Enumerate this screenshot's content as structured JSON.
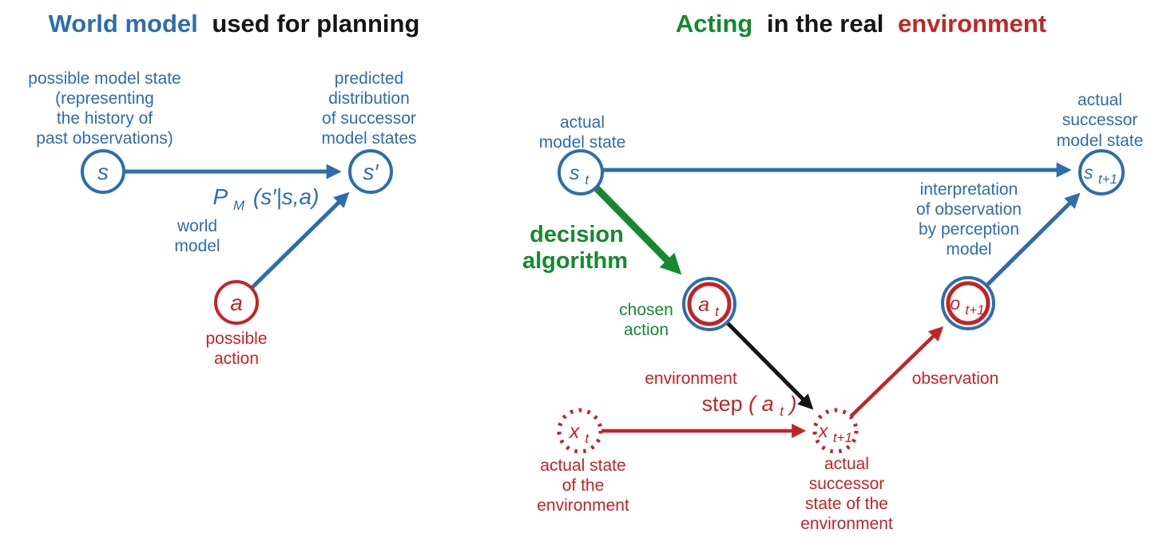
{
  "colors": {
    "blue": "#2d6dad",
    "red": "#c42326",
    "green": "#15892e",
    "black": "#151515",
    "background": "#ffffff"
  },
  "left": {
    "title": {
      "part1": "World model",
      "part2": "used for planning"
    },
    "s_desc": [
      "possible model state",
      "(representing",
      "the history of",
      "past observations)"
    ],
    "sprime_desc": [
      "predicted",
      "distribution",
      "of successor",
      "model states"
    ],
    "formula": {
      "base": "P",
      "sub": "M",
      "rest": "(s′|s,a)"
    },
    "world_model": [
      "world",
      "model"
    ],
    "possible_action": [
      "possible",
      "action"
    ],
    "nodes": {
      "s": "s",
      "sprime": "s′",
      "a": "a"
    }
  },
  "right": {
    "title": {
      "part1": "Acting",
      "part2": "in the real",
      "part3": "environment"
    },
    "actual_model_state": [
      "actual",
      "model state"
    ],
    "actual_successor_model_state": [
      "actual",
      "successor",
      "model state"
    ],
    "decision_algorithm": [
      "decision",
      "algorithm"
    ],
    "chosen_action": [
      "chosen",
      "action"
    ],
    "interpretation": [
      "interpretation",
      "of observation",
      "by perception",
      "model"
    ],
    "observation_label": "observation",
    "environment_label": "environment",
    "step": {
      "fn": "step",
      "open": "(",
      "arg": "a",
      "sub": "t",
      "close": ")"
    },
    "actual_state_env": [
      "actual state",
      "of the",
      "environment"
    ],
    "actual_successor_env": [
      "actual",
      "successor",
      "state of the",
      "environment"
    ],
    "nodes": {
      "st": {
        "base": "s",
        "sub": "t"
      },
      "st1": {
        "base": "s",
        "sub": "t+1"
      },
      "at": {
        "base": "a",
        "sub": "t"
      },
      "ot1": {
        "base": "o",
        "sub": "t+1"
      },
      "xt": {
        "base": "x",
        "sub": "t"
      },
      "xt1": {
        "base": "x",
        "sub": "t+1"
      }
    }
  }
}
